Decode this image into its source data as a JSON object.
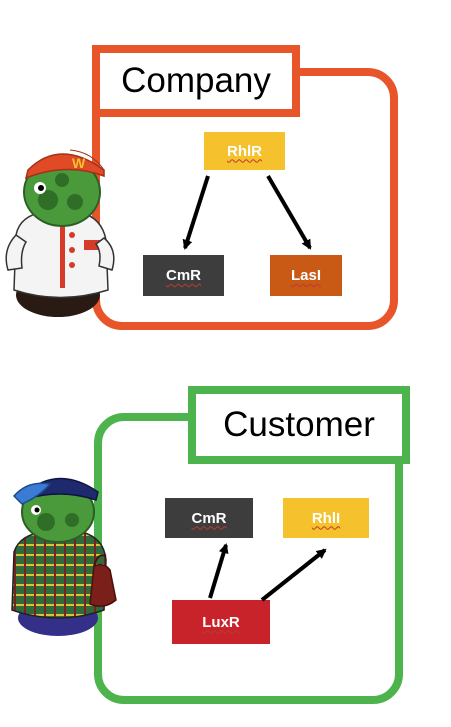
{
  "company": {
    "title": "Company",
    "border_color": "#e8552a",
    "nodes": {
      "top": {
        "label": "RhlR",
        "color": "#f5c12c"
      },
      "left": {
        "label": "CmR",
        "color": "#3d3d3d"
      },
      "right": {
        "label": "LasI",
        "color": "#c95a16"
      }
    }
  },
  "customer": {
    "title": "Customer",
    "border_color": "#4db34d",
    "nodes": {
      "left": {
        "label": "CmR",
        "color": "#3d3d3d"
      },
      "right": {
        "label": "RhlI",
        "color": "#f5c12c"
      },
      "bottom": {
        "label": "LuxR",
        "color": "#c8222a"
      }
    }
  },
  "icons": {
    "company_mascot": "worker-bacterium-icon",
    "customer_mascot": "customer-bacterium-icon"
  }
}
